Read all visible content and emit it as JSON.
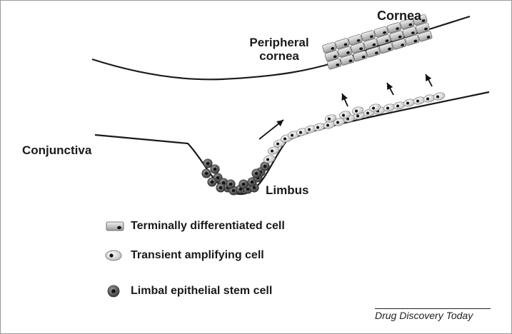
{
  "labels": {
    "cornea": "Cornea",
    "peripheral_cornea_line1": "Peripheral",
    "peripheral_cornea_line2": "cornea",
    "conjunctiva": "Conjunctiva",
    "limbus": "Limbus"
  },
  "legend": {
    "terminal": "Terminally differentiated cell",
    "transient": "Transient amplifying cell",
    "stem": "Limbal epithelial stem cell"
  },
  "credit": "Drug Discovery Today",
  "colors": {
    "stem_cell": "#5a5a5a",
    "transient_cell": "#f2f2f2",
    "terminal_cell": "#c8c8c8",
    "nucleus": "#111111",
    "line": "#1a1a1a"
  }
}
